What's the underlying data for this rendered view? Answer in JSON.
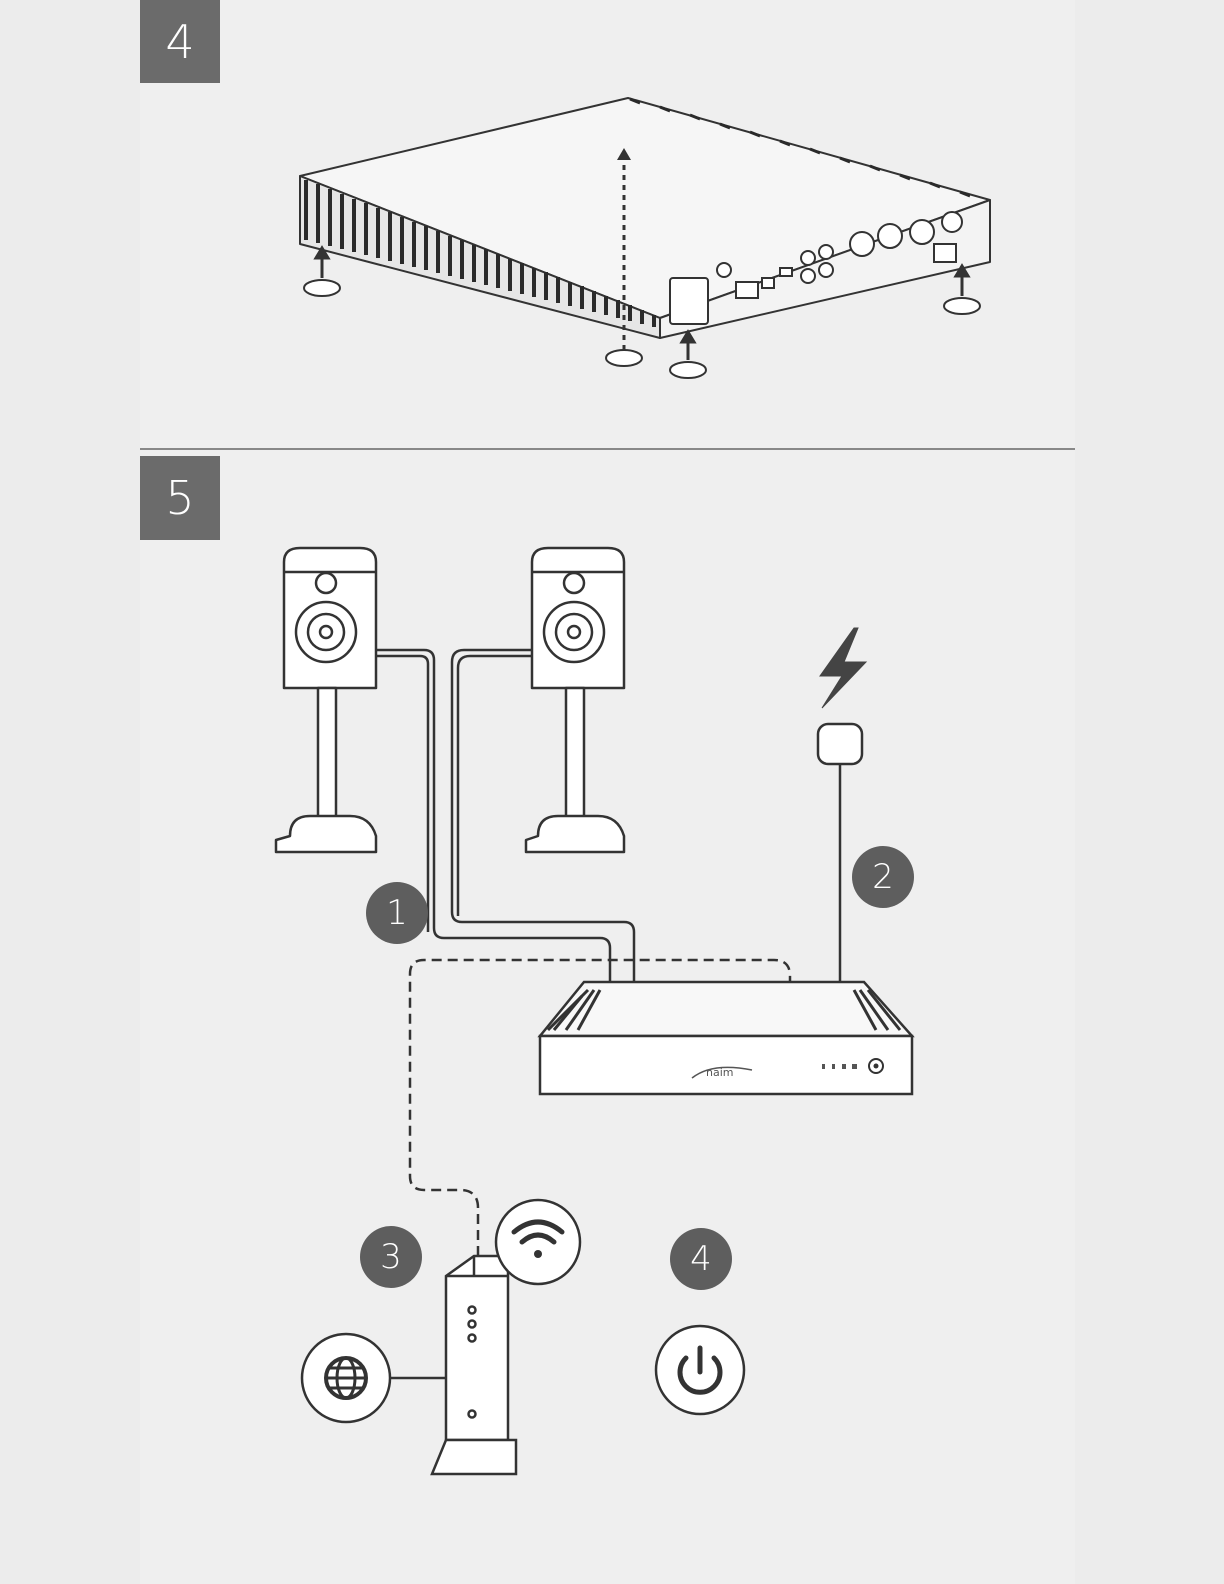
{
  "steps": [
    {
      "number": "4"
    },
    {
      "number": "5"
    }
  ],
  "callouts": [
    {
      "number": "1"
    },
    {
      "number": "2"
    },
    {
      "number": "3"
    },
    {
      "number": "4"
    }
  ],
  "device": {
    "brand": "naim"
  },
  "icons": [
    "arrow-up-icon",
    "lightning-icon",
    "wifi-icon",
    "globe-icon",
    "power-icon"
  ],
  "colors": {
    "badge": "#6b6b6b",
    "callout": "#5e5e5e",
    "line": "#333333",
    "page": "#efefef"
  }
}
